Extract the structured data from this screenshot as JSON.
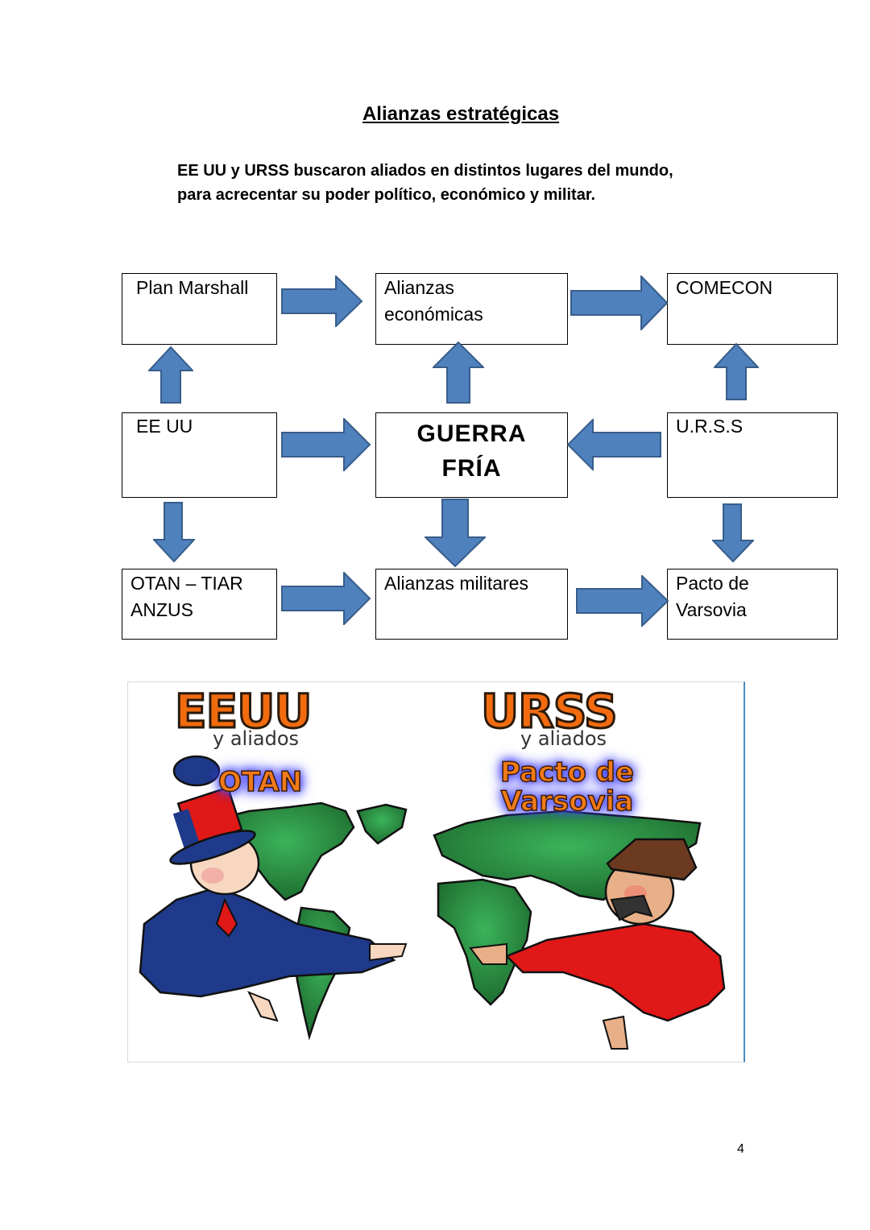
{
  "document": {
    "title": "Alianzas estratégicas",
    "intro_line1": "EE UU y URSS buscaron aliados en distintos lugares del mundo,",
    "intro_line2": "para acrecentar su poder político, económico y militar.",
    "page_number": "4"
  },
  "diagram": {
    "arrow_color": "#4f81bd",
    "arrow_border": "#385d8a",
    "boxes": {
      "plan_marshall": "Plan Marshall",
      "alianzas_economicas_1": "Alianzas",
      "alianzas_economicas_2": "económicas",
      "comecon": "COMECON",
      "eeuu": "EE UU",
      "guerra_fria_1": "GUERRA",
      "guerra_fria_2": "FRÍA",
      "urss": "U.R.S.S",
      "otan_1": "OTAN – TIAR",
      "otan_2": "ANZUS",
      "alianzas_militares": "Alianzas militares",
      "pacto_1": "Pacto de",
      "pacto_2": "Varsovia"
    },
    "arrows": [
      {
        "from": "Plan Marshall",
        "to": "Alianzas económicas",
        "direction": "right"
      },
      {
        "from": "Alianzas económicas",
        "to": "COMECON",
        "direction": "right"
      },
      {
        "from": "EE UU",
        "to": "Plan Marshall",
        "direction": "up"
      },
      {
        "from": "GUERRA FRÍA",
        "to": "Alianzas económicas",
        "direction": "up"
      },
      {
        "from": "U.R.S.S",
        "to": "COMECON",
        "direction": "up"
      },
      {
        "from": "EE UU",
        "to": "GUERRA FRÍA",
        "direction": "right"
      },
      {
        "from": "U.R.S.S",
        "to": "GUERRA FRÍA",
        "direction": "left"
      },
      {
        "from": "EE UU",
        "to": "OTAN – TIAR ANZUS",
        "direction": "down"
      },
      {
        "from": "GUERRA FRÍA",
        "to": "Alianzas militares",
        "direction": "down"
      },
      {
        "from": "U.R.S.S",
        "to": "Pacto de Varsovia",
        "direction": "down"
      },
      {
        "from": "OTAN – TIAR ANZUS",
        "to": "Alianzas militares",
        "direction": "right"
      },
      {
        "from": "Alianzas militares",
        "to": "Pacto de Varsovia",
        "direction": "right"
      }
    ]
  },
  "illustration": {
    "left_title": "EEUU",
    "left_subtitle": "y aliados",
    "left_alliance": "OTAN",
    "right_title": "URSS",
    "right_subtitle": "y aliados",
    "right_alliance_1": "Pacto de",
    "right_alliance_2": "Varsovia",
    "colors": {
      "title_orange": "#f26b0f",
      "map_green": "#2e8b3e",
      "uncle_sam_blue": "#1f3a8a",
      "soviet_red": "#e01818",
      "glow_blue": "#4a4aff"
    }
  }
}
